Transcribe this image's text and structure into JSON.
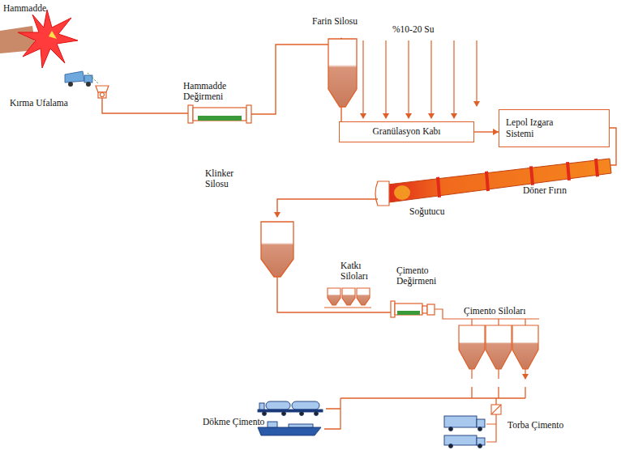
{
  "diagram": {
    "nodes": [
      {
        "text": [
          "Granülasyon Kabı"
        ]
      },
      {
        "text": [
          "Lepol Izgara Sistemi"
        ]
      }
    ],
    "edges": [
      {
        "from": 0,
        "to": 1,
        "arrow": "to"
      }
    ],
    "labels": [
      "Hammadde",
      "Kırma Ufalama",
      "Hammadde Değirmeni",
      "Farin Silosu",
      "%10-20 Su",
      "Klinker Silosu",
      "Soğutucu",
      "Döner Fırın",
      "Katkı Siloları",
      "Çimento Değirmeni",
      "Çimento Siloları",
      "Dökme Çimento",
      "Torba Çimento"
    ]
  }
}
